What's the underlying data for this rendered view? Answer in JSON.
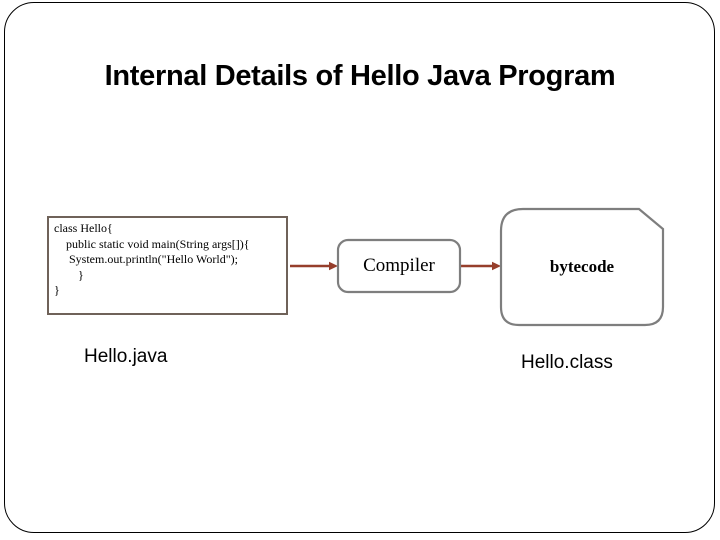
{
  "slide": {
    "title": "Internal Details of Hello Java Program"
  },
  "diagram": {
    "source_code": {
      "lines": [
        "class Hello{",
        "    public static void main(String args[]){",
        "     System.out.println(\"Hello World\");",
        "        }",
        "}"
      ],
      "file_label": "Hello.java"
    },
    "compiler": {
      "label": "Compiler"
    },
    "bytecode": {
      "label": "bytecode",
      "file_label": "Hello.class"
    }
  },
  "colors": {
    "arrow": "#963E2B",
    "shape_border": "#7E7E7E",
    "code_box_border": "#6F6259",
    "frame_border": "#000000"
  }
}
